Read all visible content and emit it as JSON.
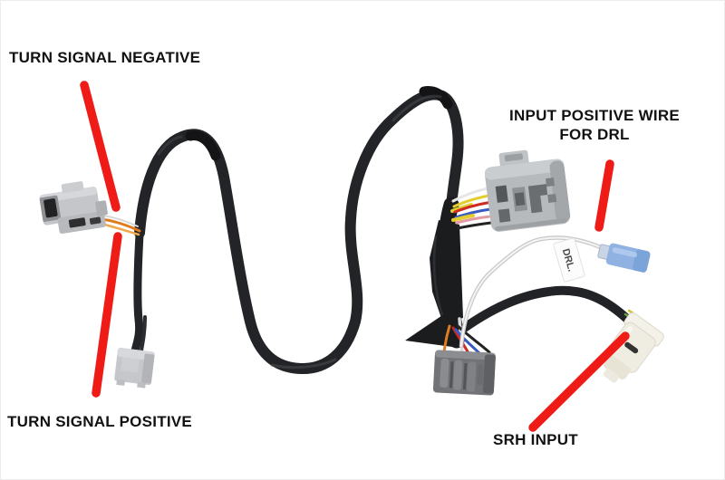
{
  "image": {
    "kind": "annotated wiring-harness product photo",
    "background": "#ffffff"
  },
  "annotations": {
    "turn_signal_negative": "TURN SIGNAL NEGATIVE",
    "turn_signal_positive": "TURN SIGNAL POSITIVE",
    "drl_line1": "INPUT POSITIVE WIRE",
    "drl_line2": "FOR DRL",
    "srh_input": "SRH INPUT"
  },
  "harness": {
    "drl_tag": "DRL.",
    "parts": [
      {
        "name": "turn-signal-negative-plug",
        "color": "#c4c6c9"
      },
      {
        "name": "turn-signal-positive-plug",
        "color": "#c5c7ca"
      },
      {
        "name": "drl-multi-pin-connector",
        "color": "#b7babd"
      },
      {
        "name": "lower-multi-pin-connector",
        "color": "#717376"
      },
      {
        "name": "srh-input-connector",
        "color": "#efede2"
      },
      {
        "name": "drl-spade-terminal",
        "color": "#8fb2e2"
      },
      {
        "name": "main-loom",
        "color": "#232427"
      }
    ]
  },
  "colors": {
    "callout_red": "#ee1b17",
    "label_text": "#121212",
    "wire_orange": "#df7d1e",
    "wire_yellow": "#e2ce2e",
    "wire_red": "#cc2a22",
    "wire_blue": "#3a5ac0"
  }
}
